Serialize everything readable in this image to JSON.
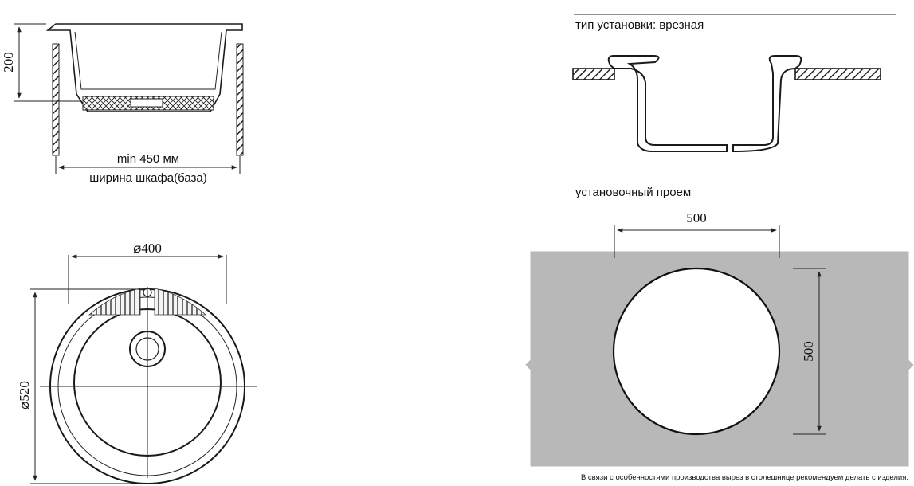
{
  "sink_profile": {
    "depth_label": "200",
    "min_width_label": "min 450 мм",
    "cabinet_width_label": "ширина шкафа(база)"
  },
  "sink_top_view": {
    "inner_diameter_label": "⌀400",
    "outer_diameter_label": "⌀520"
  },
  "installation": {
    "type_label": "тип установки: врезная"
  },
  "cutout": {
    "title": "установочный проем",
    "width_label": "500",
    "height_label": "500"
  },
  "footer": {
    "note": "В связи с особенностями производства вырез в столешнице рекомендуем делать с изделия."
  }
}
